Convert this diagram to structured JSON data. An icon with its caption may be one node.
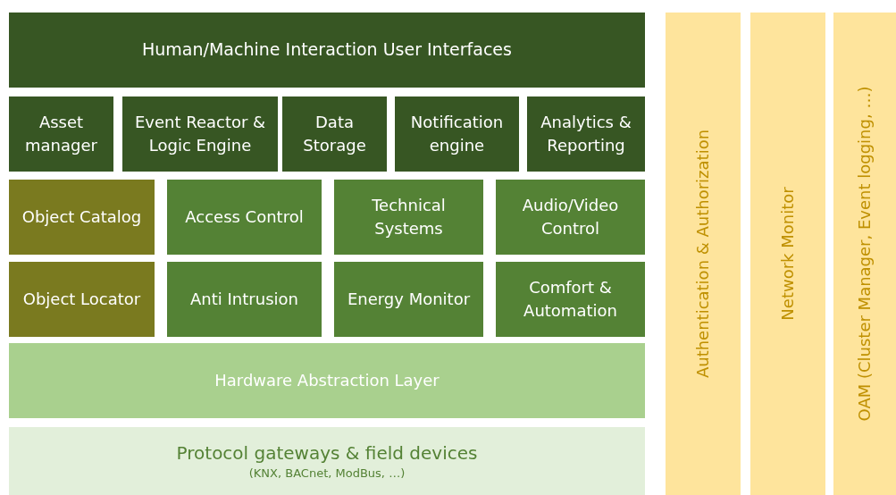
{
  "diagram": {
    "nodes": [
      {
        "text": [
          "Human/Machine Interaction User Interfaces"
        ]
      },
      {
        "text": [
          "Asset manager"
        ]
      },
      {
        "text": [
          "Event Reactor & Logic Engine"
        ]
      },
      {
        "text": [
          "Data Storage"
        ]
      },
      {
        "text": [
          "Notification engine"
        ]
      },
      {
        "text": [
          "Analytics & Reporting"
        ]
      },
      {
        "text": [
          "Object Catalog"
        ]
      },
      {
        "text": [
          "Access Control"
        ]
      },
      {
        "text": [
          "Technical Systems"
        ]
      },
      {
        "text": [
          "Audio/Video Control"
        ]
      },
      {
        "text": [
          "Object Locator"
        ]
      },
      {
        "text": [
          "Anti Intrusion"
        ]
      },
      {
        "text": [
          "Energy Monitor"
        ]
      },
      {
        "text": [
          "Comfort & Automation"
        ]
      },
      {
        "text": [
          "Hardware Abstraction Layer"
        ]
      },
      {
        "text": [
          "Protocol gateways & field devices",
          "(KNX, BACnet, ModBus, …)"
        ]
      },
      {
        "text": [
          "Authentication & Authorization"
        ]
      },
      {
        "text": [
          "Network Monitor"
        ]
      },
      {
        "text": [
          "OAM (Cluster Manager, Event logging, …)"
        ]
      }
    ]
  }
}
